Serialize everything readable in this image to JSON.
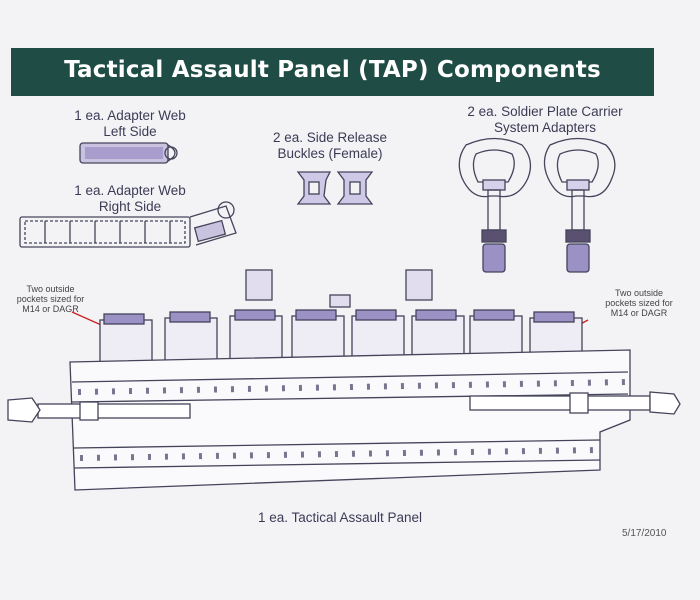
{
  "title": "Tactical Assault Panel (TAP) Components",
  "labels": {
    "adapter_left": [
      "1 ea. Adapter Web",
      "Left Side"
    ],
    "adapter_right": [
      "1 ea. Adapter Web",
      "Right Side"
    ],
    "buckles": [
      "2 ea. Side Release",
      "Buckles (Female)"
    ],
    "spc_adapters": [
      "2 ea. Soldier Plate Carrier",
      "System Adapters"
    ],
    "pocket_note_left": [
      "Two outside",
      "pockets sized for",
      "M14 or DAGR"
    ],
    "pocket_note_right": [
      "Two outside",
      "pockets sized for",
      "M14 or DAGR"
    ],
    "panel": "1 ea. Tactical Assault Panel"
  },
  "date": "5/17/2010",
  "colors": {
    "title_bar": "#1f4d46",
    "accent_purple": "#8d83b6",
    "line": "#44445a"
  }
}
